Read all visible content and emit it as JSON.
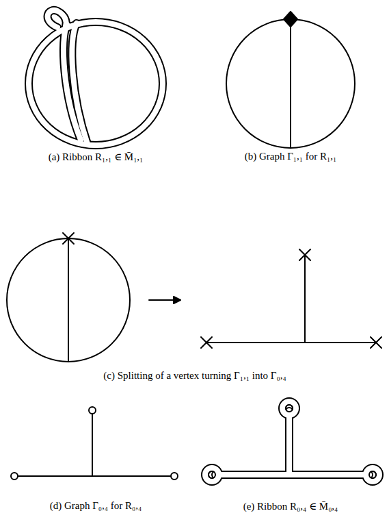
{
  "diagram": {
    "labels": [
      "(a) Ribbon R₁,₁ ∈ M̄₁,₁",
      "(b) Graph Γ₁,₁ for R₁,₁",
      "(c) Splitting of a vertex turning Γ₁,₁ into Γ₀,₄",
      "(d) Graph Γ₀,₄ for R₀,₄",
      "(e) Ribbon R₀,₄ ∈ M̄₀,₄"
    ]
  }
}
